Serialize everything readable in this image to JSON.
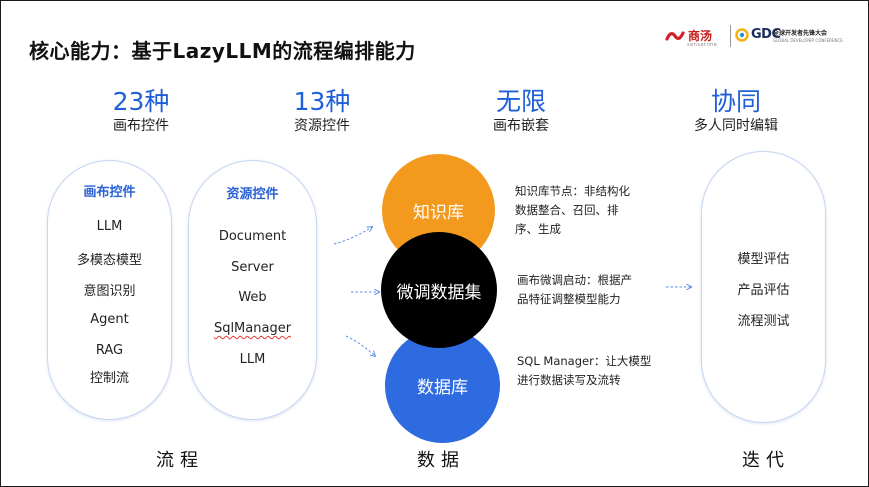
{
  "title": "核心能力：基于LazyLLM的流程编排能力",
  "logos": {
    "sensetime_cn": "商汤",
    "sensetime_en": "sensetime",
    "gdc": "GDC",
    "gdc_cn": "全球开发者先锋大会",
    "gdc_en": "GLOBAL DEVELOPER CONFERENCE"
  },
  "stats": [
    {
      "num": "23种",
      "label": "画布控件"
    },
    {
      "num": "13种",
      "label": "资源控件"
    },
    {
      "num": "无限",
      "label": "画布嵌套"
    },
    {
      "num": "协同",
      "label": "多人同时编辑"
    }
  ],
  "canvas_controls": {
    "header": "画布控件",
    "items": [
      "LLM",
      "多模态模型",
      "意图识别",
      "Agent",
      "RAG",
      "控制流"
    ]
  },
  "resource_controls": {
    "header": "资源控件",
    "items": [
      "Document",
      "Server",
      "Web",
      "SqlManager",
      "LLM"
    ]
  },
  "circles": {
    "knowledge": "知识库",
    "finetune": "微调数据集",
    "database": "数据库"
  },
  "descriptions": {
    "knowledge": [
      "知识库节点：非结构化",
      "数据整合、召回、排",
      "序、生成"
    ],
    "finetune": [
      "画布微调启动：根据产",
      "品特征调整模型能力"
    ],
    "database": [
      "SQL Manager：让大模型",
      "进行数据读写及流转"
    ]
  },
  "iterate": {
    "items": [
      "模型评估",
      "产品评估",
      "流程测试"
    ]
  },
  "bottom_labels": {
    "flow": "流程",
    "data": "数据",
    "iterate": "迭代"
  },
  "colors": {
    "accent_blue": "#1f5fd8",
    "orange": "#f39a1e",
    "black": "#000000",
    "db_blue": "#2e6ae0"
  }
}
